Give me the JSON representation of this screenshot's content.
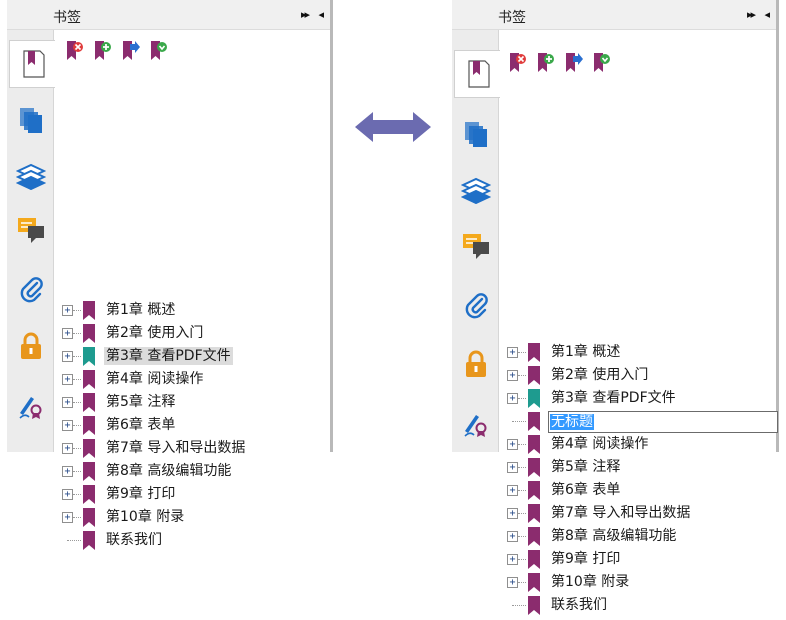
{
  "left_panel": {
    "title": "书签",
    "collapse_label": "▸▸",
    "close_label": "◂",
    "bookmarks": [
      {
        "label": "第1章 概述",
        "expandable": true,
        "color": "#8b2c6e"
      },
      {
        "label": "第2章 使用入门",
        "expandable": true,
        "color": "#8b2c6e"
      },
      {
        "label": "第3章 查看PDF文件",
        "expandable": true,
        "color": "#1e9b8f",
        "selected": true
      },
      {
        "label": "第4章 阅读操作",
        "expandable": true,
        "color": "#8b2c6e"
      },
      {
        "label": "第5章 注释",
        "expandable": true,
        "color": "#8b2c6e"
      },
      {
        "label": "第6章 表单",
        "expandable": true,
        "color": "#8b2c6e"
      },
      {
        "label": "第7章 导入和导出数据",
        "expandable": true,
        "color": "#8b2c6e"
      },
      {
        "label": "第8章 高级编辑功能",
        "expandable": true,
        "color": "#8b2c6e"
      },
      {
        "label": "第9章 打印",
        "expandable": true,
        "color": "#8b2c6e"
      },
      {
        "label": "第10章 附录",
        "expandable": true,
        "color": "#8b2c6e"
      },
      {
        "label": "联系我们",
        "expandable": false,
        "color": "#8b2c6e"
      }
    ]
  },
  "right_panel": {
    "title": "书签",
    "collapse_label": "▸▸",
    "close_label": "◂",
    "bookmarks": [
      {
        "label": "第1章 概述",
        "expandable": true,
        "color": "#8b2c6e"
      },
      {
        "label": "第2章 使用入门",
        "expandable": true,
        "color": "#8b2c6e"
      },
      {
        "label": "第3章 查看PDF文件",
        "expandable": true,
        "color": "#1e9b8f"
      },
      {
        "label": "无标题",
        "expandable": false,
        "color": "#8b2c6e",
        "editing": true
      },
      {
        "label": "第4章 阅读操作",
        "expandable": true,
        "color": "#8b2c6e"
      },
      {
        "label": "第5章 注释",
        "expandable": true,
        "color": "#8b2c6e"
      },
      {
        "label": "第6章 表单",
        "expandable": true,
        "color": "#8b2c6e"
      },
      {
        "label": "第7章 导入和导出数据",
        "expandable": true,
        "color": "#8b2c6e"
      },
      {
        "label": "第8章 高级编辑功能",
        "expandable": true,
        "color": "#8b2c6e"
      },
      {
        "label": "第9章 打印",
        "expandable": true,
        "color": "#8b2c6e"
      },
      {
        "label": "第10章 附录",
        "expandable": true,
        "color": "#8b2c6e"
      },
      {
        "label": "联系我们",
        "expandable": false,
        "color": "#8b2c6e"
      }
    ]
  },
  "toolbar_icons": [
    "delete-bookmark-icon",
    "add-bookmark-icon",
    "goto-bookmark-icon",
    "bookmark-properties-icon"
  ],
  "sidebar_icons": [
    "bookmarks-icon",
    "pages-icon",
    "layers-icon",
    "comments-icon",
    "attachments-icon",
    "security-icon",
    "signatures-icon"
  ],
  "colors": {
    "bookmark_purple": "#8b2c6e",
    "bookmark_teal": "#1e9b8f",
    "arrow": "#6b6bb0",
    "selection_blue": "#3399ff",
    "rail_blue": "#1f6fc7",
    "comment_orange": "#f4a91c",
    "lock_orange": "#e8961c"
  }
}
